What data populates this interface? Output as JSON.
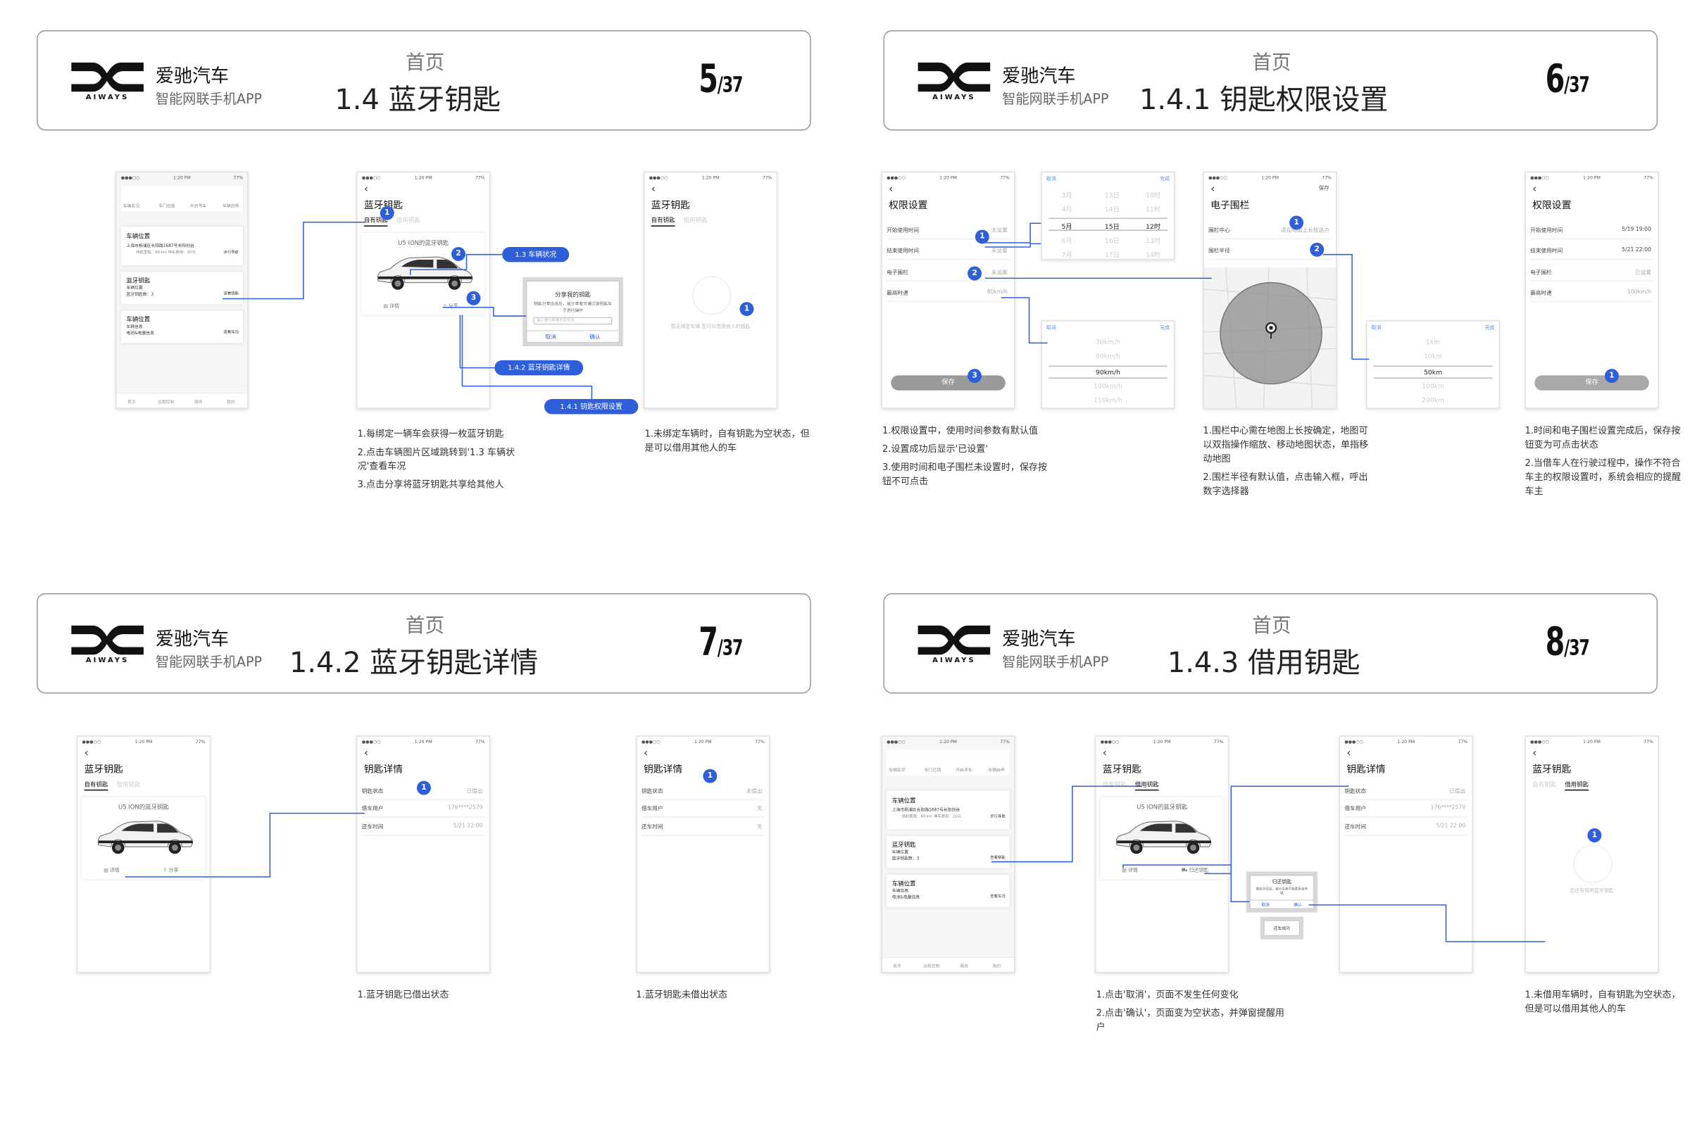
{
  "brand": {
    "name": "爱驰汽车",
    "sub": "智能网联手机APP",
    "logo_text": "AIWAYS"
  },
  "panels": [
    {
      "section": "首页",
      "title": "1.4 蓝牙钥匙",
      "page": "5",
      "total": "/37"
    },
    {
      "section": "首页",
      "title": "1.4.1 钥匙权限设置",
      "page": "6",
      "total": "/37"
    },
    {
      "section": "首页",
      "title": "1.4.2 蓝牙钥匙详情",
      "page": "7",
      "total": "/37"
    },
    {
      "section": "首页",
      "title": "1.4.3 借用钥匙",
      "page": "8",
      "total": "/37"
    }
  ],
  "status": {
    "time": "1:20 PM",
    "battery": "77%"
  },
  "home": {
    "quick": [
      "车辆实况",
      "车门已锁",
      "开启寻车",
      "车辆启停"
    ],
    "loc_title": "车辆位置",
    "loc_addr": "上海市杨浦区长阳路1687号长阳创谷",
    "loc_meta": "续航里程：80 km   停车费用：20元",
    "nav_label": "步行导航",
    "key_title": "蓝牙钥匙",
    "key_sub1": "车辆位置",
    "key_sub2": "蓝牙钥匙数：3",
    "key_btn": "查看钥匙",
    "car_title": "车辆位置",
    "car_sub1": "车辆信息",
    "car_sub2": "电池&电量信息",
    "car_btn": "查看车况",
    "tabs": [
      "首页",
      "远程控制",
      "服务",
      "我的"
    ]
  },
  "key": {
    "title": "蓝牙钥匙",
    "tab_own": "自有钥匙",
    "tab_borrow": "借用钥匙",
    "car_name": "U5 ION的蓝牙钥匙",
    "detail": "详情",
    "share": "分享",
    "empty": "暂无绑定车辆 您可以借用他人的钥匙",
    "empty_borrow": "您还有借用蓝牙钥匙"
  },
  "share_dialog": {
    "title": "分享我的钥匙",
    "body": "钥匙分享出去后，被分享者可通过该钥匙车子进行操作",
    "input": "输入被分享者的手机号",
    "cancel": "取消",
    "confirm": "确认"
  },
  "perm": {
    "title": "权限设置",
    "start": "开始使用时间",
    "end": "结束使用时间",
    "fence": "电子围栏",
    "speed": "最高时速",
    "start_v": "未设置",
    "end_v": "未设置",
    "fence_v": "未设置",
    "speed_v": "80km/h",
    "save": "保存",
    "start_set": "5/19  19:00",
    "end_set": "5/21  22:00",
    "fence_set": "已设置",
    "speed_set": "100km/h"
  },
  "date_picker": {
    "cancel": "取消",
    "done": "完成",
    "rows": [
      [
        "3月",
        "13日",
        "10时"
      ],
      [
        "4月",
        "14日",
        "11时"
      ],
      [
        "5月",
        "15日",
        "12时"
      ],
      [
        "6月",
        "16日",
        "13时"
      ],
      [
        "7月",
        "17日",
        "14时"
      ]
    ]
  },
  "speed_picker": {
    "cancel": "取消",
    "done": "完成",
    "rows": [
      "70km/h",
      "80km/h",
      "90km/h",
      "100km/h",
      "110km/h"
    ]
  },
  "radius_picker": {
    "cancel": "取消",
    "done": "完成",
    "rows": [
      "1km",
      "10km",
      "50km",
      "100km",
      "200km"
    ]
  },
  "fence": {
    "title": "电子围栏",
    "save": "保存",
    "center": "围栏中心",
    "radius": "围栏半径",
    "center_v": "请在地图上长按选点"
  },
  "detail": {
    "title": "钥匙详情",
    "status": "钥匙状态",
    "user": "借车用户",
    "ret": "还车时间",
    "status_v": "已借出",
    "user_v": "176****2579",
    "ret_v": "5/21  22:00",
    "status_v2": "未借出",
    "user_v2": "无",
    "ret_v2": "无"
  },
  "borrow_dialog": {
    "title": "归还钥匙",
    "body": "确定归还后，被分享者不能使用该车辆",
    "cancel": "取消",
    "confirm": "确认",
    "toast": "还车成功"
  },
  "pills": {
    "p1": "1.3 车辆状况",
    "p2": "1.4.2 蓝牙钥匙详情",
    "p3": "1.4.1 钥匙权限设置"
  },
  "captions": {
    "c1": [
      "1.每绑定一辆车会获得一枚蓝牙钥匙",
      "2.点击车辆图片区域跳转到'1.3 车辆状况'查看车况",
      "3.点击分享将蓝牙钥匙共享给其他人"
    ],
    "c2": [
      "1.未绑定车辆时，自有钥匙为空状态，但是可以借用其他人的车"
    ],
    "c3": [
      "1.权限设置中，使用时间参数有默认值",
      "2.设置成功后显示'已设置'",
      "3.使用时间和电子围栏未设置时，保存按钮不可点击"
    ],
    "c4": [
      "1.围栏中心需在地图上长按确定，地图可以双指操作缩放、移动地图状态，单指移动地图",
      "2.围栏半径有默认值，点击输入框，呼出数字选择器"
    ],
    "c5": [
      "1.时间和电子围栏设置完成后，保存按钮变为可点击状态",
      "2.当借车人在行驶过程中，操作不符合车主的权限设置时，系统会相应的提醒车主"
    ],
    "c6": [
      "1.蓝牙钥匙已借出状态"
    ],
    "c7": [
      "1.蓝牙钥匙未借出状态"
    ],
    "c8": [
      "1.点击'取消'，页面不发生任何变化",
      "2.点击'确认'，页面变为空状态，并弹窗提醒用户"
    ],
    "c9": [
      "1.未借用车辆时，自有钥匙为空状态，但是可以借用其他人的车"
    ]
  },
  "colors": {
    "accent": "#2f5fd8",
    "border": "#9a9a9a"
  }
}
